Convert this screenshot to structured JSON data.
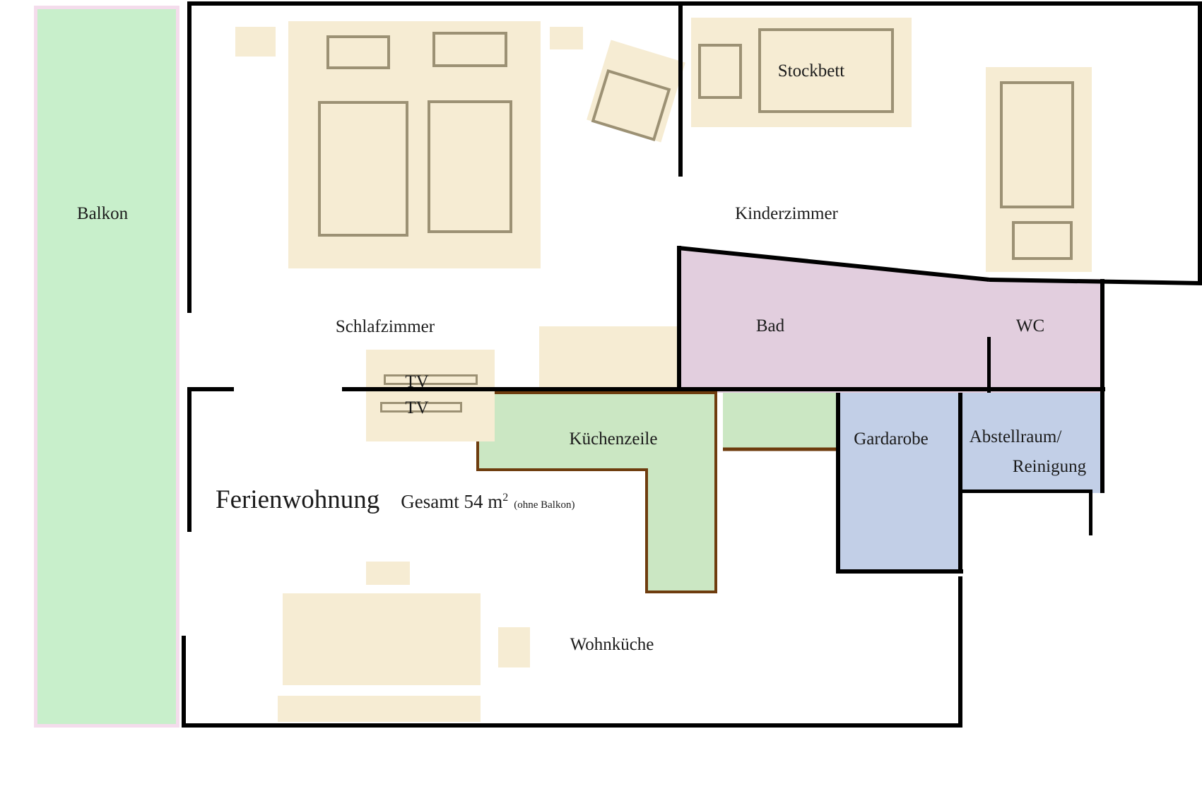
{
  "plan": {
    "title": "Ferienwohnung",
    "area_label": "Gesamt 54 m",
    "area_superscript": "2",
    "area_note": "(ohne Balkon)"
  },
  "rooms": {
    "balkon": {
      "label": "Balkon"
    },
    "schlafzimmer": {
      "label": "Schlafzimmer"
    },
    "kinderzimmer": {
      "label": "Kinderzimmer"
    },
    "bad": {
      "label": "Bad"
    },
    "wc": {
      "label": "WC"
    },
    "kuechenzeile": {
      "label": "Küchenzeile"
    },
    "gardarobe": {
      "label": "Gardarobe"
    },
    "abstellraum": {
      "label_line1": "Abstellraum/",
      "label_line2": "Reinigung"
    },
    "wohnkueche": {
      "label": "Wohnküche"
    }
  },
  "furniture_labels": {
    "stockbett": "Stockbett",
    "tv_upper": "TV",
    "tv_lower": "TV"
  },
  "colors": {
    "balcony_fill": "#c8efcb",
    "balcony_border": "#f4dcec",
    "furniture_fill": "#f6ecd3",
    "furniture_outline": "#9c9174",
    "bath_fill": "#e2cede",
    "kitchen_fill": "#cbe7c3",
    "kitchen_border": "#6e3c0e",
    "closet_fill": "#c2cfe7",
    "wall": "#000000"
  }
}
